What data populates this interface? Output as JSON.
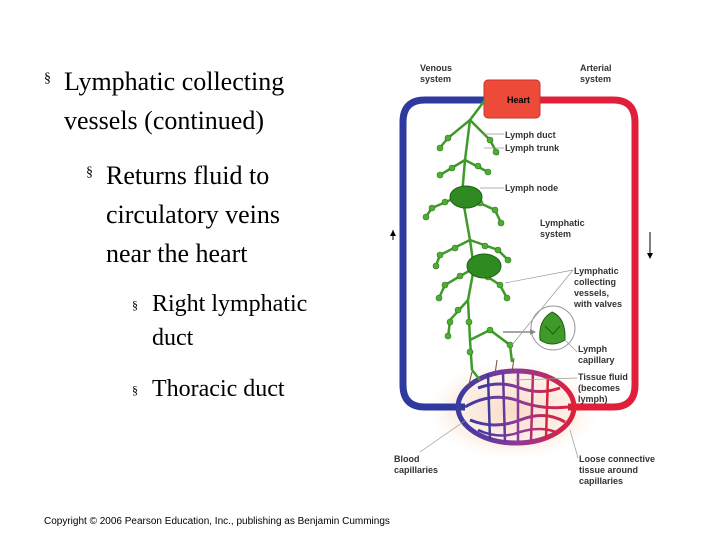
{
  "slide": {
    "bullets": [
      {
        "lines": [
          "Lymphatic collecting",
          "vessels (continued)"
        ]
      },
      {
        "lines": [
          "Returns fluid to",
          "circulatory veins",
          "near the heart"
        ]
      },
      {
        "lines": [
          "Right lymphatic",
          "duct"
        ]
      },
      {
        "lines": [
          "Thoracic duct"
        ]
      }
    ],
    "bullet_glyph": "§",
    "copyright": "Copyright © 2006 Pearson Education, Inc., publishing as Benjamin Cummings"
  },
  "diagram": {
    "labels": {
      "venous": [
        "Venous",
        "system"
      ],
      "arterial": [
        "Arterial",
        "system"
      ],
      "heart": "Heart",
      "lymph_duct": "Lymph duct",
      "lymph_trunk": "Lymph trunk",
      "lymph_node": "Lymph node",
      "lymphatic_system": [
        "Lymphatic",
        "system"
      ],
      "collecting_vessels": [
        "Lymphatic",
        "collecting",
        "vessels,",
        "with valves"
      ],
      "lymph_capillary": [
        "Lymph",
        "capillary"
      ],
      "tissue_fluid": [
        "Tissue fluid",
        "(becomes",
        "lymph)"
      ],
      "blood_capillaries": [
        "Blood",
        "capillaries"
      ],
      "loose_connective": [
        "Loose connective",
        "tissue around",
        "capillaries"
      ]
    },
    "colors": {
      "vein": "#2e3a9e",
      "artery": "#e0203a",
      "lymph": "#3f9a2a",
      "heart": "#ee4a3a"
    }
  }
}
